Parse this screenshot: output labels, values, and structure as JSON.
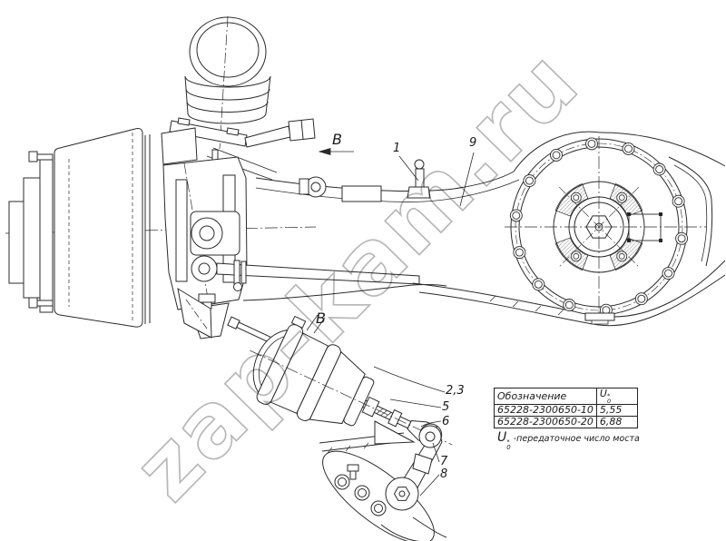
{
  "watermark": {
    "text": "zap-kam.ru",
    "color": "#b0b0b0"
  },
  "view_labels": {
    "top_b": "B",
    "bottom_b": "B"
  },
  "part_labels": {
    "p1": "1",
    "p9": "9",
    "p23": "2,3",
    "p5": "5",
    "p6": "6",
    "p7": "7",
    "p8": "8"
  },
  "ratio_table": {
    "header": {
      "col1": "Обозначение",
      "col2": {
        "base": "U",
        "sub": "0",
        "sup": "*"
      }
    },
    "rows": [
      {
        "designation": "65228-2300650-10",
        "ratio": "5,55"
      },
      {
        "designation": "65228-2300650-20",
        "ratio": "6,88"
      }
    ],
    "note": {
      "symbol": {
        "base": "U",
        "sub": "0",
        "sup": "*"
      },
      "text": "-передаточное число моста"
    }
  }
}
